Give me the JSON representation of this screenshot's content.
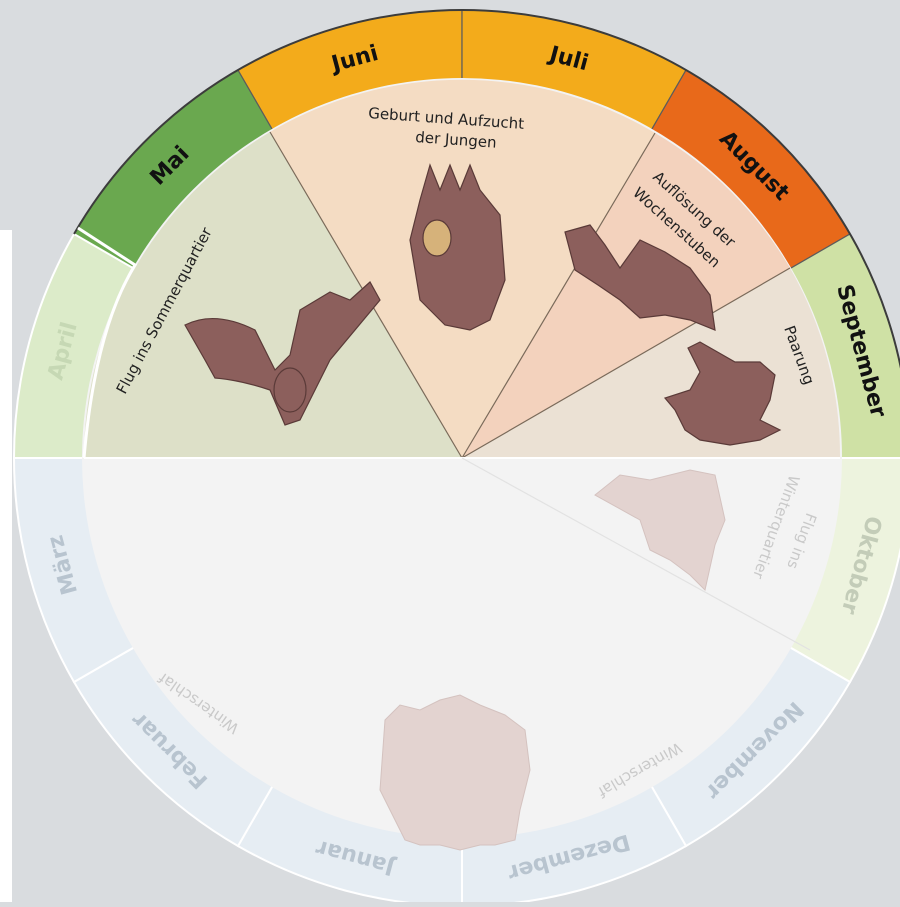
{
  "diagram": {
    "months": [
      {
        "label": "Mai",
        "color": "#6aa84f",
        "text_color": "#111111",
        "faded": false
      },
      {
        "label": "Juni",
        "color": "#f3ab1b",
        "text_color": "#111111",
        "faded": false
      },
      {
        "label": "Juli",
        "color": "#f3ab1b",
        "text_color": "#111111",
        "faded": false
      },
      {
        "label": "August",
        "color": "#e8691a",
        "text_color": "#111111",
        "faded": false
      },
      {
        "label": "September",
        "color": "#cfe1a5",
        "text_color": "#111111",
        "faded": false
      },
      {
        "label": "Oktober",
        "color": "#edf3de",
        "text_color": "#c3ccb8",
        "faded": true
      },
      {
        "label": "November",
        "color": "#e6edf3",
        "text_color": "#b8c4cf",
        "faded": true
      },
      {
        "label": "Dezember",
        "color": "#e6edf3",
        "text_color": "#b8c4cf",
        "faded": true
      },
      {
        "label": "Januar",
        "color": "#e6edf3",
        "text_color": "#b8c4cf",
        "faded": true
      },
      {
        "label": "Februar",
        "color": "#e6edf3",
        "text_color": "#b8c4cf",
        "faded": true
      },
      {
        "label": "März",
        "color": "#e6edf3",
        "text_color": "#b8c4cf",
        "faded": true
      },
      {
        "label": "April",
        "color": "#dcebc9",
        "text_color": "#c6d8b4",
        "faded": true
      }
    ],
    "phases": {
      "flight_summer": "Flug ins Sommerquartier",
      "birth_line1": "Geburt und Aufzucht",
      "birth_line2": "der Jungen",
      "dissolution_line1": "Auflösung der",
      "dissolution_line2": "Wochenstuben",
      "mating": "Paarung",
      "flight_winter_line1": "Flug ins",
      "flight_winter_line2": "Winterquartier",
      "hibernation_left": "Winterschlaf",
      "hibernation_right": "Winterschlaf"
    },
    "colors": {
      "sector_flight": "#dde0c8",
      "sector_birth": "#f4dcc3",
      "sector_dissolution": "#f3d2bd",
      "sector_mating": "#ebe1d4",
      "winter_area": "#f3f3f3",
      "bat": "#8c5f5c"
    }
  }
}
